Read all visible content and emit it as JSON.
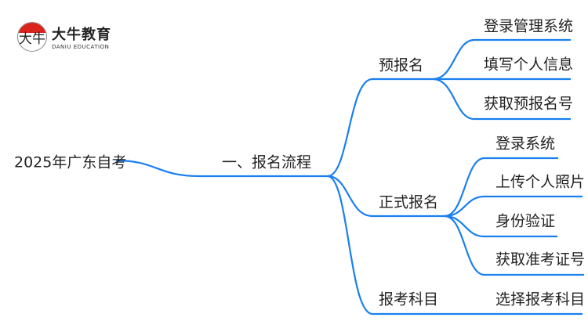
{
  "logo": {
    "mark": "大牛",
    "name_cn": "大牛教育",
    "name_en": "DANIU EDUCATION"
  },
  "colors": {
    "line": "#1a7ff0",
    "text": "#222222"
  },
  "root": "2025年广东自考",
  "level1": "一、报名流程",
  "branches": [
    {
      "label": "预报名",
      "children": [
        "登录管理系统",
        "填写个人信息",
        "获取预报名号"
      ]
    },
    {
      "label": "正式报名",
      "children": [
        "登录系统",
        "上传个人照片",
        "身份验证",
        "获取准考证号"
      ]
    },
    {
      "label": "报考科目",
      "children": [
        "选择报考科目"
      ]
    }
  ]
}
